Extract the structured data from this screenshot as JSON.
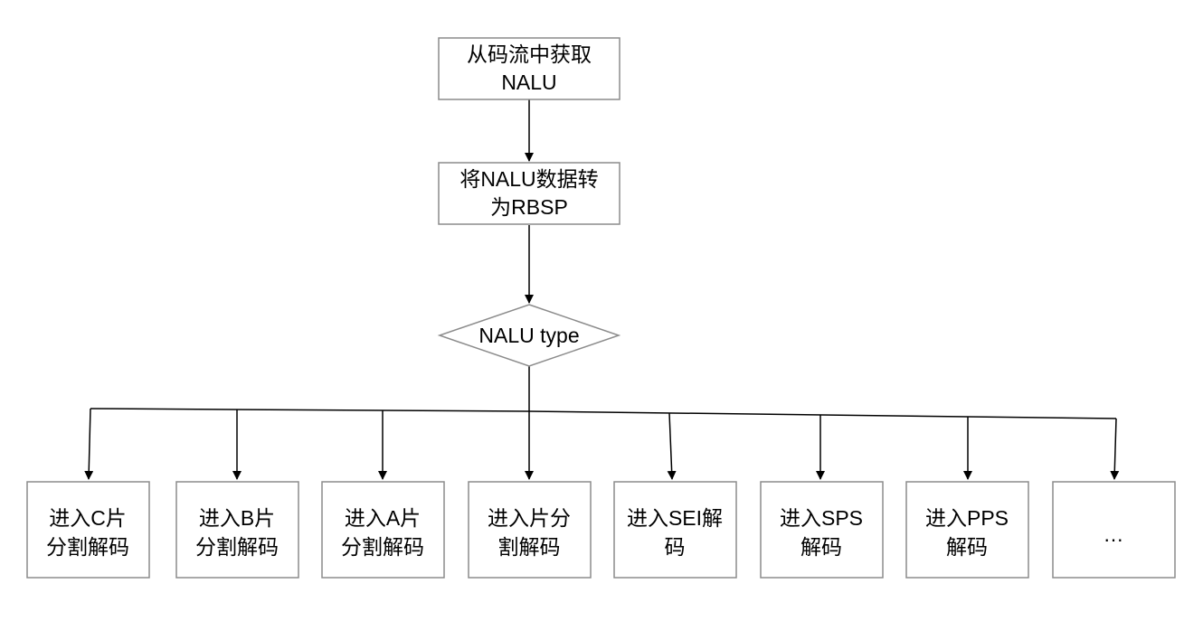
{
  "nodes": {
    "get_nalu": {
      "lines": [
        "从码流中获取",
        "NALU"
      ]
    },
    "to_rbsp": {
      "lines": [
        "将NALU数据转",
        "为RBSP"
      ]
    },
    "decision": {
      "lines": [
        "NALU type"
      ]
    },
    "branches": [
      {
        "lines": [
          "进入C片",
          "分割解码"
        ]
      },
      {
        "lines": [
          "进入B片",
          "分割解码"
        ]
      },
      {
        "lines": [
          "进入A片",
          "分割解码"
        ]
      },
      {
        "lines": [
          "进入片分",
          "割解码"
        ]
      },
      {
        "lines": [
          "进入SEI解",
          "码"
        ]
      },
      {
        "lines": [
          "进入SPS",
          "解码"
        ]
      },
      {
        "lines": [
          "进入PPS",
          "解码"
        ]
      },
      {
        "lines": [
          "…"
        ]
      }
    ]
  }
}
